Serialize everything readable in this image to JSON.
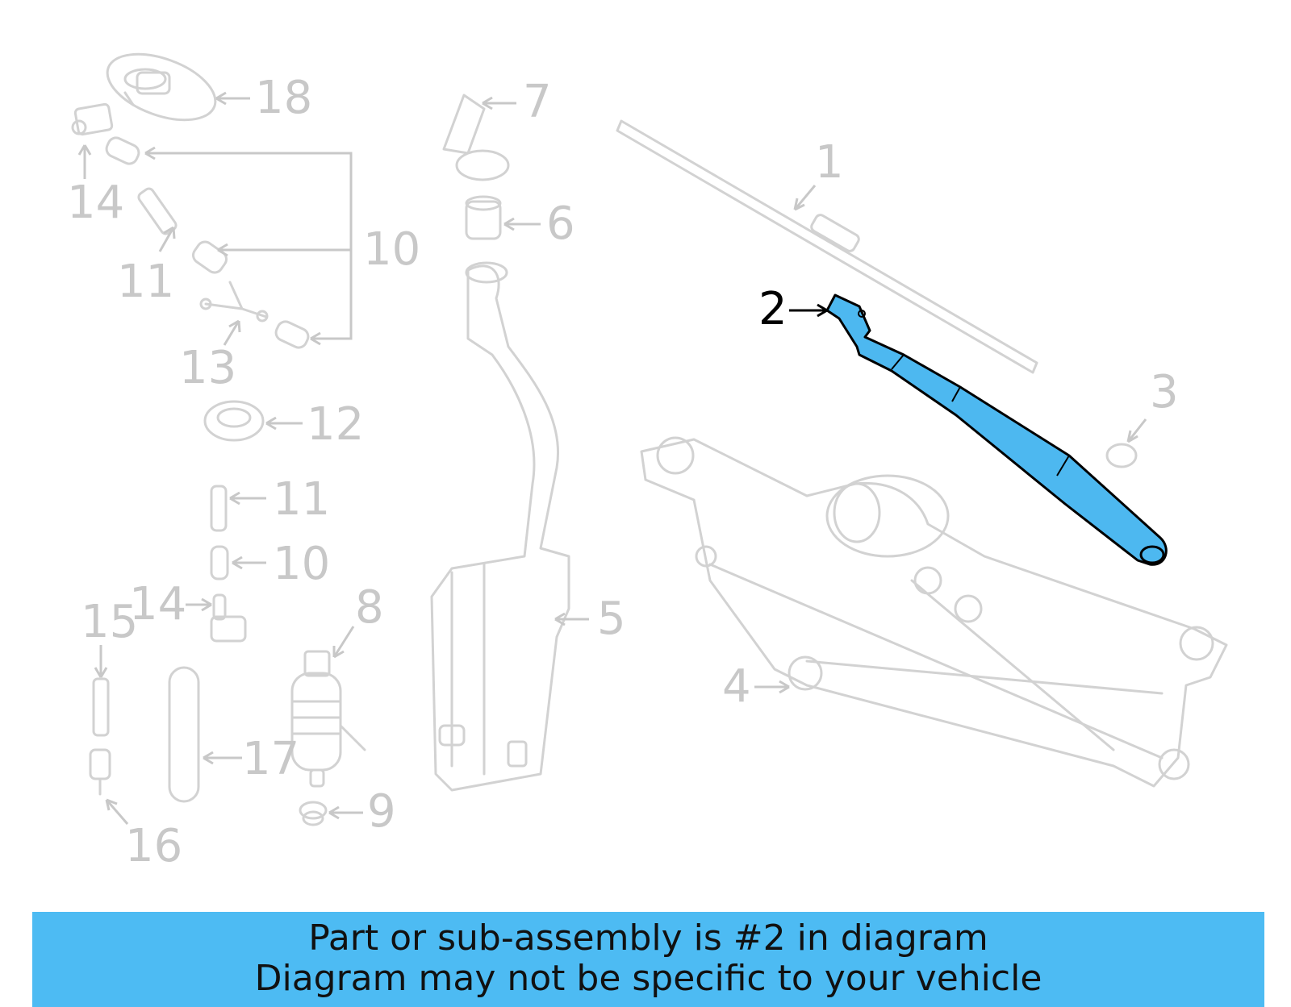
{
  "diagram": {
    "highlighted_part": "2",
    "colors": {
      "highlight": "#4db8f0",
      "banner": "#4dbbf3",
      "inactive": "#c8c8c8"
    },
    "callouts": [
      {
        "id": "c18",
        "label": "18"
      },
      {
        "id": "c14a",
        "label": "14"
      },
      {
        "id": "c10a",
        "label": "10"
      },
      {
        "id": "c11a",
        "label": "11"
      },
      {
        "id": "c13",
        "label": "13"
      },
      {
        "id": "c12",
        "label": "12"
      },
      {
        "id": "c11b",
        "label": "11"
      },
      {
        "id": "c10b",
        "label": "10"
      },
      {
        "id": "c14b",
        "label": "14"
      },
      {
        "id": "c15",
        "label": "15"
      },
      {
        "id": "c17",
        "label": "17"
      },
      {
        "id": "c16",
        "label": "16"
      },
      {
        "id": "c8",
        "label": "8"
      },
      {
        "id": "c9",
        "label": "9"
      },
      {
        "id": "c7",
        "label": "7"
      },
      {
        "id": "c6",
        "label": "6"
      },
      {
        "id": "c5",
        "label": "5"
      },
      {
        "id": "c1",
        "label": "1"
      },
      {
        "id": "c2",
        "label": "2"
      },
      {
        "id": "c3",
        "label": "3"
      },
      {
        "id": "c4",
        "label": "4"
      }
    ]
  },
  "banner": {
    "line1": "Part or sub-assembly is #2 in diagram",
    "line2": "Diagram may not be specific to your vehicle"
  }
}
